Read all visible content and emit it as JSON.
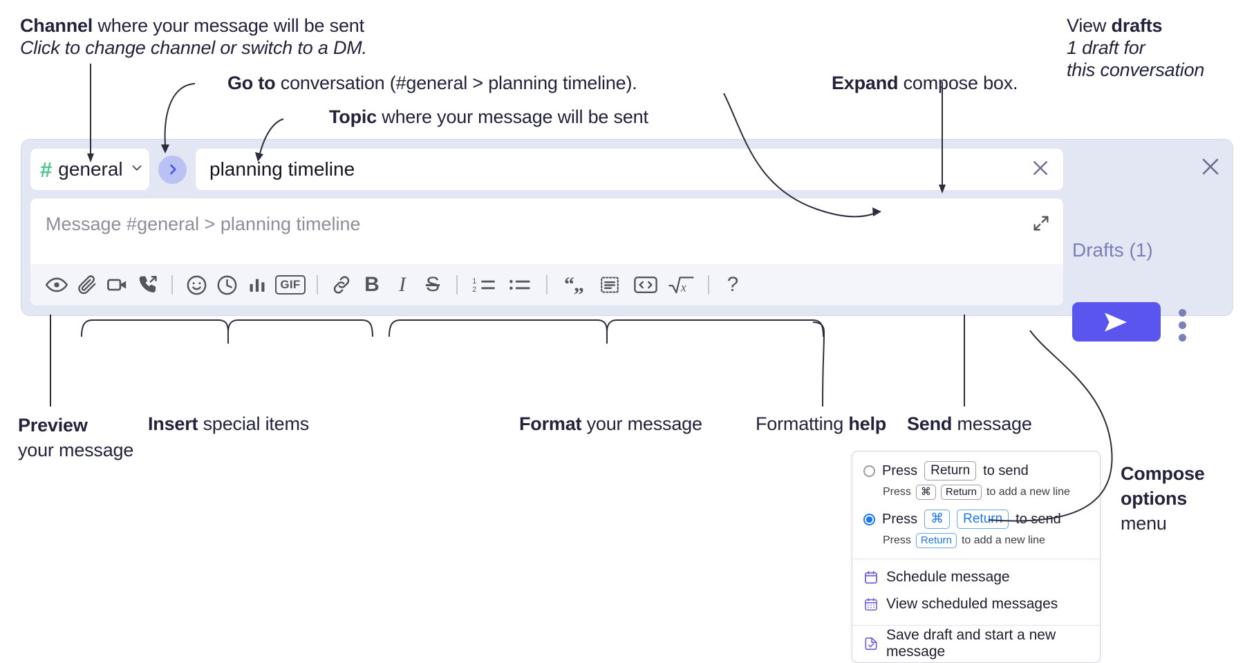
{
  "annotations": {
    "channel": {
      "bold": "Channel",
      "rest": " where your message will be sent",
      "italic": "Click to change channel or switch to a DM."
    },
    "goto": {
      "bold": "Go to",
      "rest": " conversation (#general > planning timeline)."
    },
    "topic": {
      "bold": "Topic",
      "rest": " where your message will be sent"
    },
    "expand": {
      "bold": "Expand",
      "rest": " compose box."
    },
    "drafts": {
      "pre": "View ",
      "bold": "drafts",
      "italic1": "1 draft for",
      "italic2": "this conversation"
    },
    "preview": {
      "bold": "Preview",
      "rest": "your message"
    },
    "insert": {
      "bold": "Insert",
      "rest": " special items"
    },
    "format": {
      "bold": "Format",
      "rest": " your message"
    },
    "help": {
      "pre": "Formatting ",
      "bold": "help"
    },
    "send": {
      "bold": "Send",
      "rest": " message"
    },
    "compose_options": {
      "bold1": "Compose",
      "bold2": "options",
      "rest": "menu"
    }
  },
  "compose": {
    "channel_name": "general",
    "channel_hash": "#",
    "topic_value": "planning timeline",
    "message_placeholder": "Message #general > planning timeline",
    "drafts_label": "Drafts (1)",
    "icons": {
      "channel_chevron": "chevron-down-icon",
      "go_to": "chevron-right-icon",
      "topic_clear": "close-icon",
      "expand": "expand-icon",
      "panel_close": "close-icon",
      "send": "send-icon",
      "kebab": "more-vertical-icon"
    },
    "toolbar": [
      {
        "name": "preview-icon",
        "label": "Preview"
      },
      {
        "name": "attachment-icon",
        "label": "Attach file"
      },
      {
        "name": "video-icon",
        "label": "Video clip"
      },
      {
        "name": "audio-call-icon",
        "label": "Audio clip"
      },
      {
        "name": "emoji-icon",
        "label": "Emoji"
      },
      {
        "name": "clock-icon",
        "label": "Reminder"
      },
      {
        "name": "poll-icon",
        "label": "Poll"
      },
      {
        "name": "gif-icon",
        "label": "GIF"
      },
      {
        "name": "link-icon",
        "label": "Link"
      },
      {
        "name": "bold-icon",
        "label": "B"
      },
      {
        "name": "italic-icon",
        "label": "I"
      },
      {
        "name": "strikethrough-icon",
        "label": "S"
      },
      {
        "name": "ordered-list-icon",
        "label": "Ordered list"
      },
      {
        "name": "bulleted-list-icon",
        "label": "Bulleted list"
      },
      {
        "name": "quote-icon",
        "label": "Quote"
      },
      {
        "name": "blockquote-icon",
        "label": "Blockquote"
      },
      {
        "name": "code-block-icon",
        "label": "Code block"
      },
      {
        "name": "math-icon",
        "label": "Math"
      },
      {
        "name": "help-icon",
        "label": "?"
      }
    ]
  },
  "popup": {
    "option1": {
      "pre": "Press",
      "key": "Return",
      "post": "to send",
      "sub_pre": "Press",
      "sub_key1": "⌘",
      "sub_key2": "Return",
      "sub_post": "to add a new line",
      "selected": false
    },
    "option2": {
      "pre": "Press",
      "key1": "⌘",
      "key2": "Return",
      "post": "to send",
      "sub_pre": "Press",
      "sub_key": "Return",
      "sub_post": "to add a new line",
      "selected": true
    },
    "items": [
      {
        "icon": "calendar-icon",
        "label": "Schedule message"
      },
      {
        "icon": "calendar-grid-icon",
        "label": "View scheduled messages"
      },
      {
        "icon": "save-draft-icon",
        "label": "Save draft and start a new message"
      }
    ]
  },
  "colors": {
    "panel_bg": "#e3e6f3",
    "accent_send": "#5b55f0",
    "hash_green": "#4ec78e",
    "drafts_purple": "#7a7fb8",
    "radio_blue": "#1d76f2",
    "menu_icon_purple": "#6d5fe0"
  }
}
